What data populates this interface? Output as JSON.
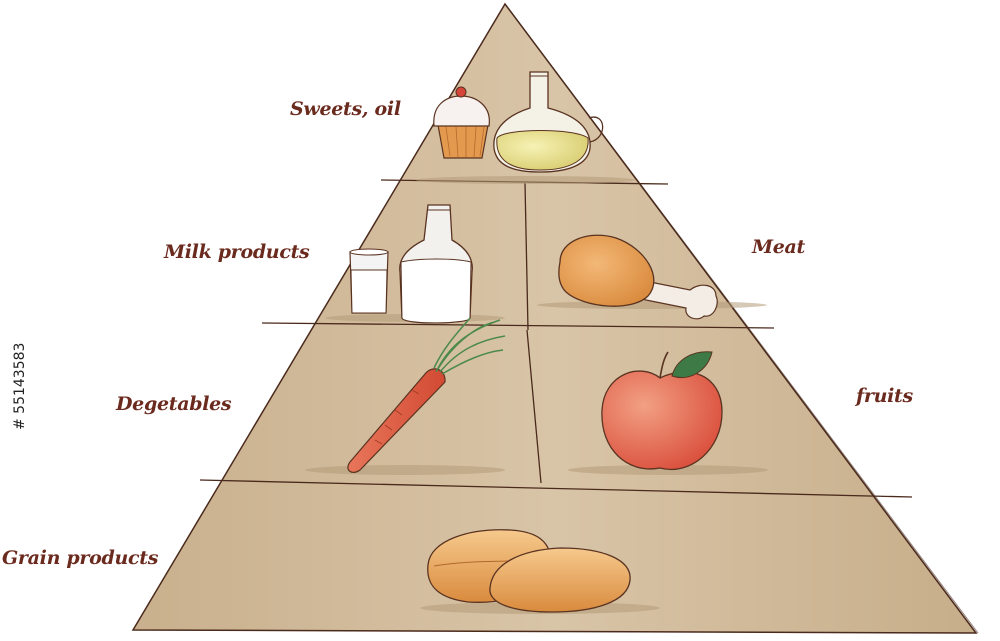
{
  "levels": [
    {
      "label": "Sweets, oil"
    },
    {
      "label": "Milk products"
    },
    {
      "label": "Meat"
    },
    {
      "label": "Degetables"
    },
    {
      "label": "fruits"
    },
    {
      "label": "Grain products"
    }
  ],
  "stock_id": "# 55143583",
  "colors": {
    "pyramid_fill": "#d2bc9d",
    "pyramid_stroke": "#4a2a1c",
    "label_color": "#6b2a1e"
  }
}
